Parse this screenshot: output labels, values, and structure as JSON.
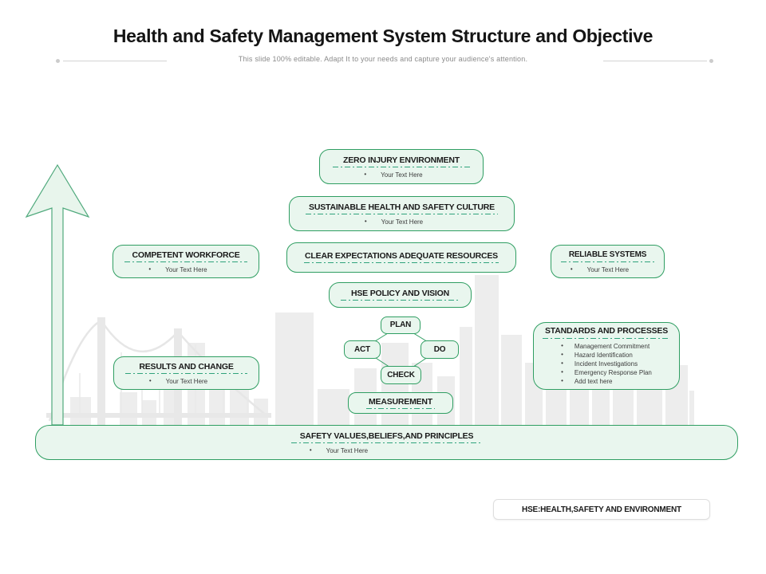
{
  "header": {
    "title": "Health and Safety Management System Structure and Objective",
    "subtitle": "This slide 100% editable. Adapt It to your needs and capture your audience's attention."
  },
  "boxes": {
    "zero_injury": {
      "title": "ZERO INJURY ENVIRONMENT",
      "bullet": "Your Text Here"
    },
    "sustainable": {
      "title": "SUSTAINABLE HEALTH AND SAFETY CULTURE",
      "bullet": "Your Text Here"
    },
    "competent": {
      "title": "COMPETENT WORKFORCE",
      "bullet": "Your Text Here"
    },
    "clear_expectations": {
      "title": "CLEAR EXPECTATIONS ADEQUATE RESOURCES"
    },
    "reliable": {
      "title": "RELIABLE SYSTEMS",
      "bullet": "Your Text Here"
    },
    "hse_policy": {
      "title": "HSE POLICY AND VISION"
    },
    "pdca": {
      "plan": "PLAN",
      "act": "ACT",
      "do": "DO",
      "check": "CHECK"
    },
    "standards": {
      "title": "STANDARDS AND PROCESSES",
      "bullets": [
        "Management Commitment",
        "Hazard Identification",
        "Incident Investigations",
        "Emergency Response Plan",
        "Add text here"
      ]
    },
    "results": {
      "title": "RESULTS AND CHANGE",
      "bullet": "Your Text Here"
    },
    "measurement": {
      "title": "MEASUREMENT"
    },
    "safety_values": {
      "title": "SAFETY VALUES,BELIEFS,AND PRINCIPLES",
      "bullet": "Your Text Here"
    },
    "hse_note": {
      "label": "HSE:HEALTH,SAFETY AND ENVIRONMENT"
    }
  },
  "colors": {
    "accent_green": "#2f9e62",
    "fill_mint": "#e9f6ee",
    "underline_teal": "#2fa37c",
    "arrow_fill": "#e8f5ec",
    "skyline_gray": "#ededed",
    "note_border": "#dedede"
  }
}
